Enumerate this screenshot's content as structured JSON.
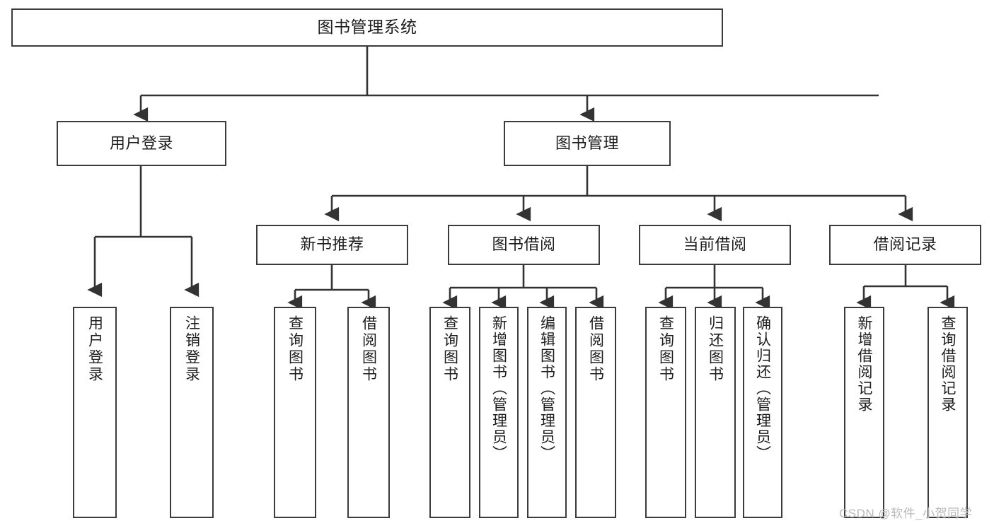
{
  "diagram": {
    "title": "图书管理系统",
    "type": "tree-hierarchy-chart",
    "colors": {
      "background": "#ffffff",
      "box_border": "#3b3b3b",
      "box_fill": "#ffffff",
      "edge": "#333333",
      "text": "#1d1d1d",
      "watermark": "#b9b9b9"
    },
    "root": {
      "label": "图书管理系统"
    },
    "level1": [
      {
        "label": "用户登录"
      },
      {
        "label": "图书管理"
      }
    ],
    "level2": [
      {
        "label": "新书推荐"
      },
      {
        "label": "图书借阅"
      },
      {
        "label": "当前借阅"
      },
      {
        "label": "借阅记录"
      }
    ],
    "leaves": {
      "user_login": [
        {
          "label": "用户登录"
        },
        {
          "label": "注销登录"
        }
      ],
      "new_book_recommend": [
        {
          "label": "查询图书"
        },
        {
          "label": "借阅图书"
        }
      ],
      "book_borrow": [
        {
          "label": "查询图书"
        },
        {
          "label": "新增图书（管理员）"
        },
        {
          "label": "编辑图书（管理员）"
        },
        {
          "label": "借阅图书"
        }
      ],
      "current_borrow": [
        {
          "label": "查询图书"
        },
        {
          "label": "归还图书"
        },
        {
          "label": "确认归还（管理员）"
        }
      ],
      "borrow_records": [
        {
          "label": "新增借阅记录"
        },
        {
          "label": "查询借阅记录"
        }
      ]
    },
    "watermark": "CSDN @软件_小贺同学"
  }
}
